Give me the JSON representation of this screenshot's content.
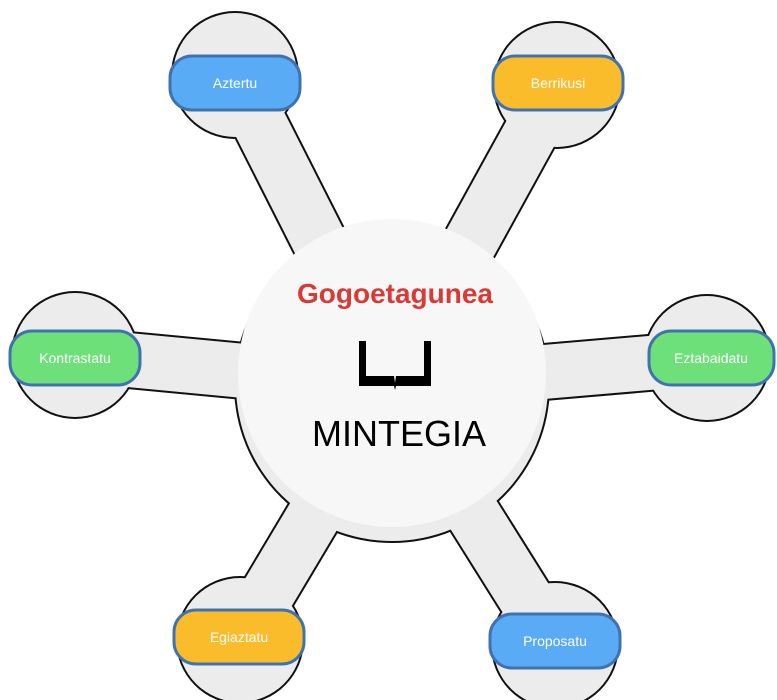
{
  "center": {
    "title": "Gogoetagunea",
    "subtitle": "MINTEGIA",
    "title_color": "#d93a36",
    "icon": "open-book-icon"
  },
  "colors": {
    "hub_fill": "#ececec",
    "hub_outline": "#111111",
    "center_disc": "#f7f7f7",
    "pill_border": "#3f73b0",
    "blue": "#5aabf6",
    "orange": "#fbbc2c",
    "green": "#6ee07a"
  },
  "nodes": [
    {
      "id": "aztertu",
      "label": "Aztertu",
      "color": "blue"
    },
    {
      "id": "berrikusi",
      "label": "Berrikusi",
      "color": "orange"
    },
    {
      "id": "kontrastatu",
      "label": "Kontrastatu",
      "color": "green"
    },
    {
      "id": "eztabaidatu",
      "label": "Eztabaidatu",
      "color": "green"
    },
    {
      "id": "egiaztatu",
      "label": "Egiaztatu",
      "color": "orange"
    },
    {
      "id": "proposatu",
      "label": "Proposatu",
      "color": "blue"
    }
  ]
}
